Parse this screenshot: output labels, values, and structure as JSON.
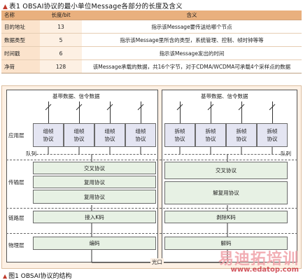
{
  "table": {
    "caption": "表1  OBSAI协议的最小单位Message各部分的长度及含义",
    "headers": [
      "名称",
      "长度/bit",
      "含义"
    ],
    "rows": [
      [
        "目的地址",
        "13",
        "指示该Message要传送给哪个节点"
      ],
      [
        "数据类型",
        "5",
        "指示该Message里所含的类型，系统管理、控制、帧时钟等等"
      ],
      [
        "时间戳",
        "6",
        "指示该Message发出的时间"
      ],
      [
        "净荷",
        "128",
        "该Message承载的数据，共16个字节，对于CDMA/WCDMA可承载4个采样点的数据"
      ]
    ]
  },
  "diagram": {
    "left_top_label": "基带数据、信令数据",
    "right_top_label": "基带数据、信令数据",
    "layer_labels": {
      "app": "应用层",
      "transport": "传输层",
      "data_link": "链路层",
      "physical": "物理层"
    },
    "queue_label_left": "队列",
    "queue_label_right": "队列",
    "left_app_boxes": [
      "组帧\n协议",
      "组帧\n协议",
      "组帧\n协议",
      "组帧\n协议"
    ],
    "right_app_boxes": [
      "拆帧\n协议",
      "拆帧\n协议",
      "拆帧\n协议",
      "拆帧\n协议"
    ],
    "left_transport": [
      "交叉协议",
      "复用协议",
      "复用协议"
    ],
    "right_transport": [
      "交叉协议",
      "解复用协议"
    ],
    "left_link": "接入K码",
    "right_link": "剥除K码",
    "left_phy": "编码",
    "right_phy": "解码",
    "optical_label": "光口"
  },
  "figure_caption": "图1  OBSAI协议的结构",
  "watermark": {
    "cn": "易迪拓培训",
    "url": "www.edatop.com"
  },
  "colors": {
    "header_bg": "#e9b07e",
    "col1_bg": "#fbe3cc",
    "col2_bg": "#fdf0e3",
    "diagram_bg": "#fdf0e4",
    "box_blue": "#e4e5f2",
    "box_green": "#e7f1e4",
    "accent_red": "#c0392b"
  }
}
